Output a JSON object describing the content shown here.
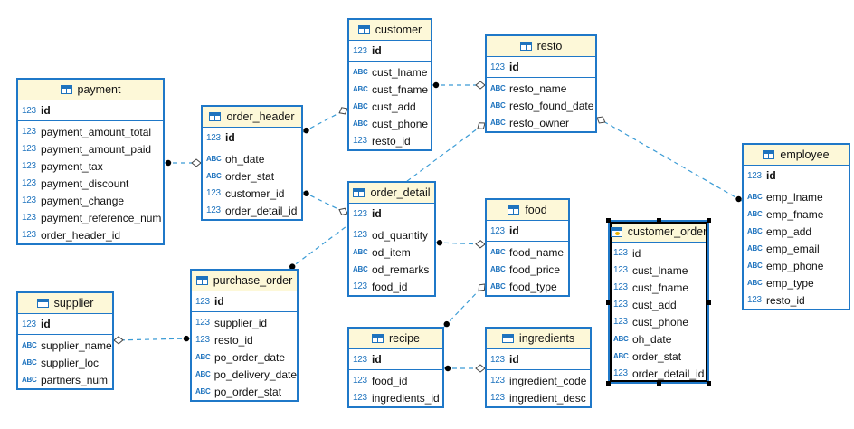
{
  "tables": [
    {
      "key": "payment",
      "name": "payment",
      "kind": "table",
      "pk": {
        "type": "123",
        "name": "id"
      },
      "columns": [
        {
          "type": "123",
          "name": "payment_amount_total"
        },
        {
          "type": "123",
          "name": "payment_amount_paid"
        },
        {
          "type": "123",
          "name": "payment_tax"
        },
        {
          "type": "123",
          "name": "payment_discount"
        },
        {
          "type": "123",
          "name": "payment_change"
        },
        {
          "type": "123",
          "name": "payment_reference_num"
        },
        {
          "type": "123",
          "name": "order_header_id"
        }
      ]
    },
    {
      "key": "order_header",
      "name": "order_header",
      "kind": "table",
      "pk": {
        "type": "123",
        "name": "id"
      },
      "columns": [
        {
          "type": "ABC",
          "name": "oh_date"
        },
        {
          "type": "ABC",
          "name": "order_stat"
        },
        {
          "type": "123",
          "name": "customer_id"
        },
        {
          "type": "123",
          "name": "order_detail_id"
        }
      ]
    },
    {
      "key": "customer",
      "name": "customer",
      "kind": "table",
      "pk": {
        "type": "123",
        "name": "id"
      },
      "columns": [
        {
          "type": "ABC",
          "name": "cust_lname"
        },
        {
          "type": "ABC",
          "name": "cust_fname"
        },
        {
          "type": "ABC",
          "name": "cust_add"
        },
        {
          "type": "ABC",
          "name": "cust_phone"
        },
        {
          "type": "123",
          "name": "resto_id"
        }
      ]
    },
    {
      "key": "resto",
      "name": "resto",
      "kind": "table",
      "pk": {
        "type": "123",
        "name": "id"
      },
      "columns": [
        {
          "type": "ABC",
          "name": "resto_name"
        },
        {
          "type": "ABC",
          "name": "resto_found_date"
        },
        {
          "type": "ABC",
          "name": "resto_owner"
        }
      ]
    },
    {
      "key": "employee",
      "name": "employee",
      "kind": "table",
      "pk": {
        "type": "123",
        "name": "id"
      },
      "columns": [
        {
          "type": "ABC",
          "name": "emp_lname"
        },
        {
          "type": "ABC",
          "name": "emp_fname"
        },
        {
          "type": "ABC",
          "name": "emp_add"
        },
        {
          "type": "ABC",
          "name": "emp_email"
        },
        {
          "type": "ABC",
          "name": "emp_phone"
        },
        {
          "type": "ABC",
          "name": "emp_type"
        },
        {
          "type": "123",
          "name": "resto_id"
        }
      ]
    },
    {
      "key": "order_detail",
      "name": "order_detail",
      "kind": "table",
      "pk": {
        "type": "123",
        "name": "id"
      },
      "columns": [
        {
          "type": "123",
          "name": "od_quantity"
        },
        {
          "type": "ABC",
          "name": "od_item"
        },
        {
          "type": "ABC",
          "name": "od_remarks"
        },
        {
          "type": "123",
          "name": "food_id"
        }
      ]
    },
    {
      "key": "food",
      "name": "food",
      "kind": "table",
      "pk": {
        "type": "123",
        "name": "id"
      },
      "columns": [
        {
          "type": "ABC",
          "name": "food_name"
        },
        {
          "type": "ABC",
          "name": "food_price"
        },
        {
          "type": "ABC",
          "name": "food_type"
        }
      ]
    },
    {
      "key": "customer_order",
      "name": "customer_order",
      "kind": "view",
      "selected": true,
      "pk": null,
      "columns": [
        {
          "type": "123",
          "name": "id"
        },
        {
          "type": "123",
          "name": "cust_lname"
        },
        {
          "type": "123",
          "name": "cust_fname"
        },
        {
          "type": "123",
          "name": "cust_add"
        },
        {
          "type": "123",
          "name": "cust_phone"
        },
        {
          "type": "ABC",
          "name": "oh_date"
        },
        {
          "type": "ABC",
          "name": "order_stat"
        },
        {
          "type": "123",
          "name": "order_detail_id"
        }
      ]
    },
    {
      "key": "purchase_order",
      "name": "purchase_order",
      "kind": "table",
      "pk": {
        "type": "123",
        "name": "id"
      },
      "columns": [
        {
          "type": "123",
          "name": "supplier_id"
        },
        {
          "type": "123",
          "name": "resto_id"
        },
        {
          "type": "ABC",
          "name": "po_order_date"
        },
        {
          "type": "ABC",
          "name": "po_delivery_date"
        },
        {
          "type": "ABC",
          "name": "po_order_stat"
        }
      ]
    },
    {
      "key": "supplier",
      "name": "supplier",
      "kind": "table",
      "pk": {
        "type": "123",
        "name": "id"
      },
      "columns": [
        {
          "type": "ABC",
          "name": "supplier_name"
        },
        {
          "type": "ABC",
          "name": "supplier_loc"
        },
        {
          "type": "ABC",
          "name": "partners_num"
        }
      ]
    },
    {
      "key": "recipe",
      "name": "recipe",
      "kind": "table",
      "pk": {
        "type": "123",
        "name": "id"
      },
      "columns": [
        {
          "type": "123",
          "name": "food_id"
        },
        {
          "type": "123",
          "name": "ingredients_id"
        }
      ]
    },
    {
      "key": "ingredients",
      "name": "ingredients",
      "kind": "table",
      "pk": {
        "type": "123",
        "name": "id"
      },
      "columns": [
        {
          "type": "123",
          "name": "ingredient_code"
        },
        {
          "type": "123",
          "name": "ingredient_desc"
        }
      ]
    }
  ],
  "relations": [
    {
      "from": "payment",
      "to": "order_header"
    },
    {
      "from": "order_header",
      "to": "customer"
    },
    {
      "from": "customer",
      "to": "resto"
    },
    {
      "from": "employee",
      "to": "resto"
    },
    {
      "from": "order_header",
      "to": "order_detail"
    },
    {
      "from": "order_detail",
      "to": "food"
    },
    {
      "from": "purchase_order",
      "to": "resto"
    },
    {
      "from": "purchase_order",
      "to": "supplier"
    },
    {
      "from": "recipe",
      "to": "food"
    },
    {
      "from": "recipe",
      "to": "ingredients"
    }
  ],
  "colors": {
    "border": "#1f78c8",
    "header_bg": "#fdf8d8",
    "type_icon": "#1e73be",
    "link": "#3a9bd5"
  }
}
